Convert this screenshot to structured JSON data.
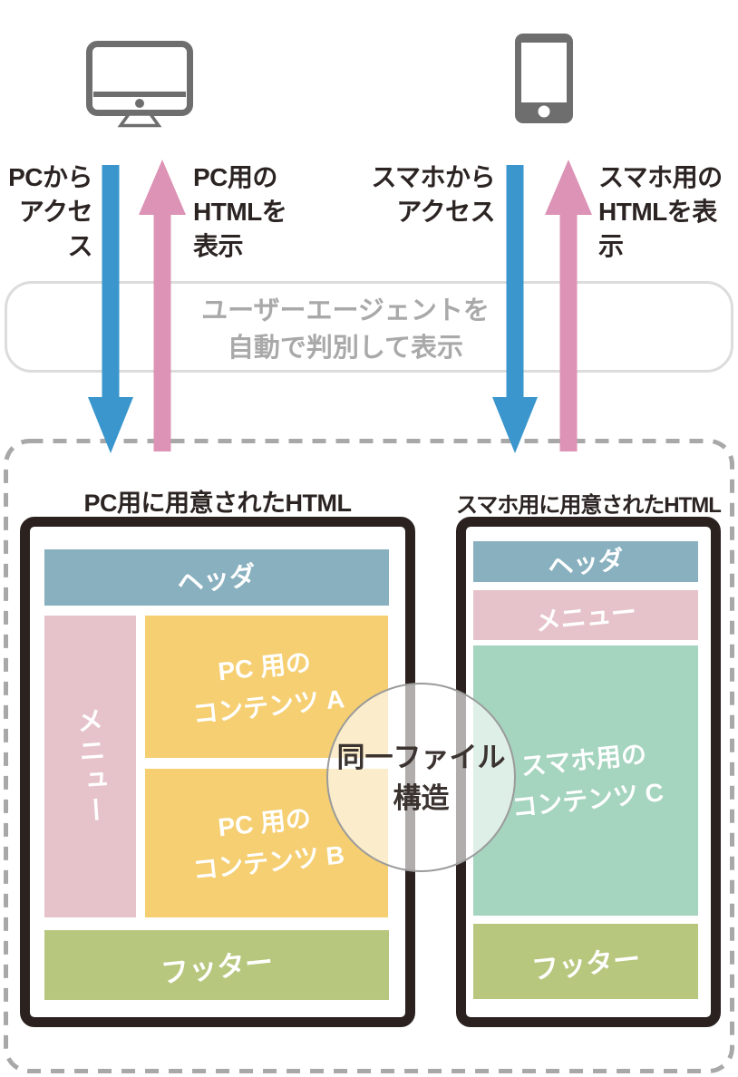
{
  "flows": [
    {
      "device": "PC",
      "icon": "desktop-monitor-icon",
      "access_label": "PCから\nアクセス",
      "response_label": "PC用の\nHTMLを\n表示"
    },
    {
      "device": "スマホ",
      "icon": "smartphone-icon",
      "access_label": "スマホから\nアクセス",
      "response_label": "スマホ用の\nHTMLを表示"
    }
  ],
  "agent_box": {
    "text": "ユーザーエージェントを\n自動で判別して表示"
  },
  "pc_html": {
    "title": "PC用に用意されたHTML",
    "header": "ヘッダ",
    "menu": "メニュー",
    "content_a": "PC 用の\nコンテンツ A",
    "content_b": "PC 用の\nコンテンツ B",
    "footer": "フッター"
  },
  "sp_html": {
    "title": "スマホ用に用意されたHTML",
    "header": "ヘッダ",
    "menu": "メニュー",
    "content_c": "スマホ用の\nコンテンツ C",
    "footer": "フッター"
  },
  "overlay": {
    "text": "同一ファイル\n構造"
  },
  "colors": {
    "request_arrow": "#3a96cc",
    "response_arrow": "#dc93b5",
    "device_icon": "#6e6e6e",
    "header_block": "#88b0bf",
    "menu_block": "#e6c3ca",
    "pc_content_block": "#f5cf72",
    "sp_content_block": "#a5d4bf",
    "footer_block": "#b7c77e",
    "frame_border": "#2b2220",
    "dashed_border": "#a8a8a8",
    "agent_text": "#a9a9a9"
  }
}
